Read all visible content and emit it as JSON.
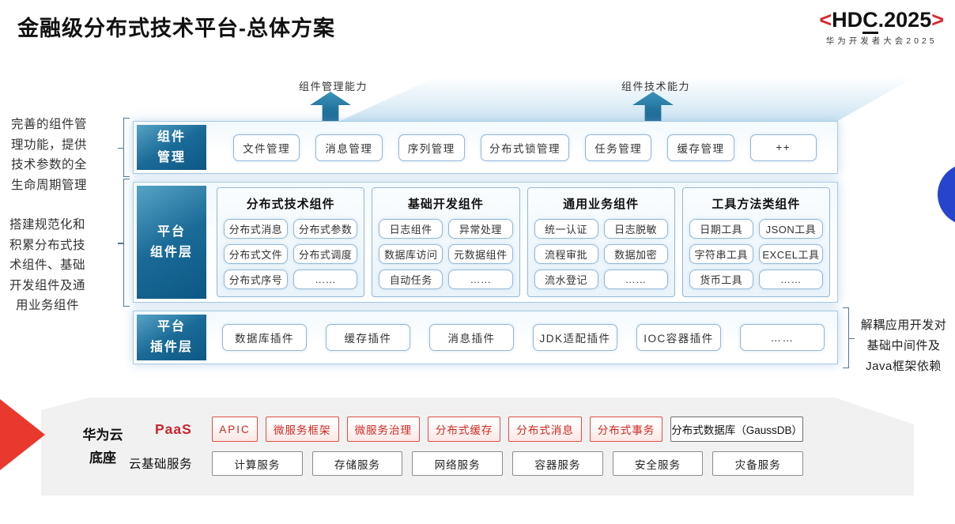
{
  "title": "金融级分布式技术平台-总体方案",
  "logo": {
    "left_angle": "<",
    "hd": "HD",
    "c": "C",
    "rest": ".2025",
    "right_angle": ">",
    "subtitle": "华为开发者大会2025"
  },
  "arrows": [
    {
      "label": "组件管理能力"
    },
    {
      "label": "组件技术能力"
    }
  ],
  "left_notes": {
    "note1_lines": [
      "完善的组件管",
      "理功能，提供",
      "技术参数的全",
      "生命周期管理"
    ],
    "note2_lines": [
      "搭建规范化和",
      "积累分布式技",
      "术组件、基础",
      "开发组件及通",
      "用业务组件"
    ]
  },
  "right_note_lines": [
    "解耦应用开发对",
    "基础中间件及",
    "Java框架依赖"
  ],
  "rows": {
    "component_mgmt": {
      "label_lines": [
        "组件",
        "管理"
      ],
      "items": [
        "文件管理",
        "消息管理",
        "序列管理",
        "分布式锁管理",
        "任务管理",
        "缓存管理",
        "++"
      ]
    },
    "platform_components": {
      "label_lines": [
        "平台",
        "组件层"
      ],
      "groups": [
        {
          "title": "分布式技术组件",
          "items": [
            "分布式消息",
            "分布式参数",
            "分布式文件",
            "分布式调度",
            "分布式序号",
            "……"
          ]
        },
        {
          "title": "基础开发组件",
          "items": [
            "日志组件",
            "异常处理",
            "数据库访问",
            "元数据组件",
            "自动任务",
            "……"
          ]
        },
        {
          "title": "通用业务组件",
          "items": [
            "统一认证",
            "日志脱敏",
            "流程审批",
            "数据加密",
            "流水登记",
            "……"
          ]
        },
        {
          "title": "工具方法类组件",
          "items": [
            "日期工具",
            "JSON工具",
            "字符串工具",
            "EXCEL工具",
            "货币工具",
            "……"
          ]
        }
      ]
    },
    "platform_plugins": {
      "label_lines": [
        "平台",
        "插件层"
      ],
      "items": [
        "数据库插件",
        "缓存插件",
        "消息插件",
        "JDK适配插件",
        "IOC容器插件",
        "……"
      ]
    }
  },
  "foundation": {
    "label_lines": [
      "华为云",
      "底座"
    ],
    "paas_label": "PaaS",
    "paas_items": [
      "APIC",
      "微服务框架",
      "微服务治理",
      "分布式缓存",
      "分布式消息",
      "分布式事务"
    ],
    "paas_db_item": "分布式数据库（GaussDB）",
    "cloud_label": "云基础服务",
    "cloud_items": [
      "计算服务",
      "存储服务",
      "网络服务",
      "容器服务",
      "安全服务",
      "灾备服务"
    ]
  },
  "colors": {
    "accent_red": "#d9272e",
    "row_label_blue": "#14618e",
    "box_border_blue": "#91b7d8",
    "paas_red": "#cf2a22",
    "circle_blue": "#2644cc",
    "panel_gray": "#f1f1f2"
  }
}
